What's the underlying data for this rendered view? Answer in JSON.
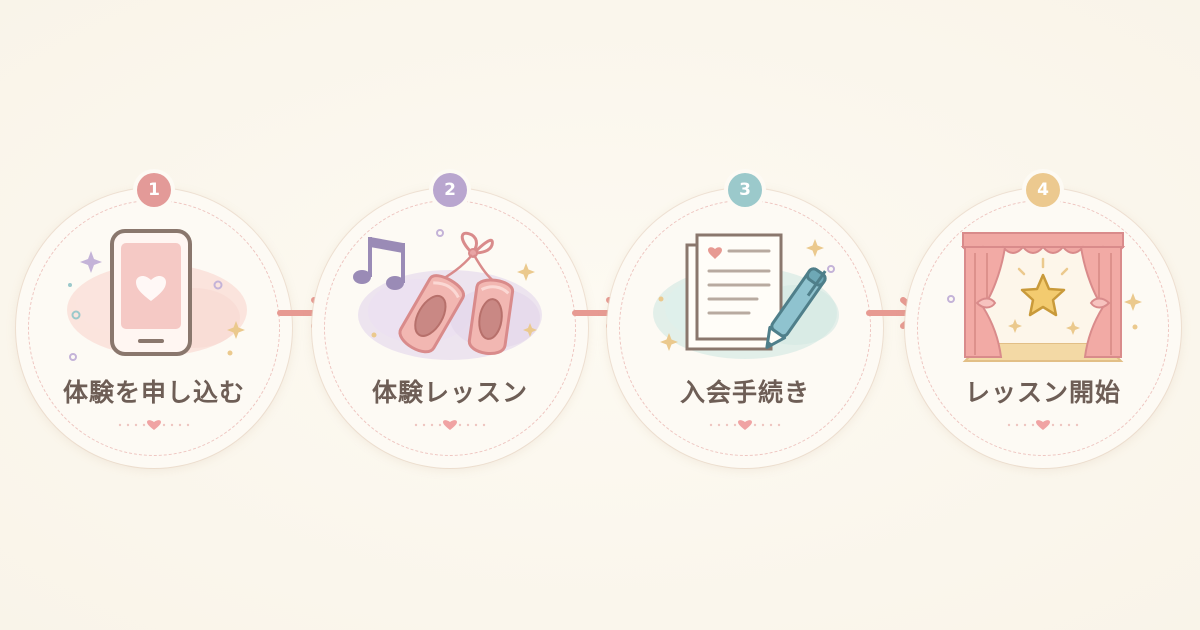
{
  "steps": [
    {
      "number": "1",
      "label": "体験を申し込む",
      "icon": "smartphone-heart-icon",
      "badge_color": "#e39a98"
    },
    {
      "number": "2",
      "label": "体験レッスン",
      "icon": "ballet-shoes-icon",
      "badge_color": "#b9a6cf"
    },
    {
      "number": "3",
      "label": "入会手続き",
      "icon": "document-pen-icon",
      "badge_color": "#9bc9cb"
    },
    {
      "number": "4",
      "label": "レッスン開始",
      "icon": "stage-curtain-star-icon",
      "badge_color": "#ecc98f"
    }
  ],
  "colors": {
    "background": "#fbf7ee",
    "arrow": "#e79a92",
    "text": "#6e5e56",
    "dash": "#eec5c0",
    "heart": "#f0a3a3"
  }
}
